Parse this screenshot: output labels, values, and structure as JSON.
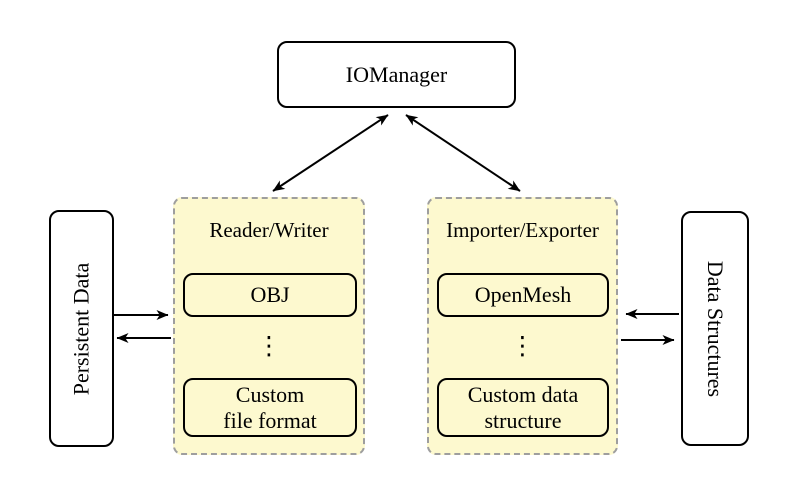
{
  "diagram": {
    "io_manager": {
      "label": "IOManager"
    },
    "left_group": {
      "title": "Reader/Writer",
      "item_top": "OBJ",
      "ellipsis": "⋮",
      "item_bottom": "Custom\nfile format"
    },
    "right_group": {
      "title": "Importer/Exporter",
      "item_top": "OpenMesh",
      "ellipsis": "⋮",
      "item_bottom": "Custom data\nstructure"
    },
    "left_side_box": {
      "label": "Persistent Data"
    },
    "right_side_box": {
      "label": "Data Structures"
    },
    "colors": {
      "group_fill": "#fdf9cf",
      "group_border": "#9e9e9e",
      "box_border": "#000000",
      "background": "#ffffff",
      "arrow": "#000000"
    }
  }
}
